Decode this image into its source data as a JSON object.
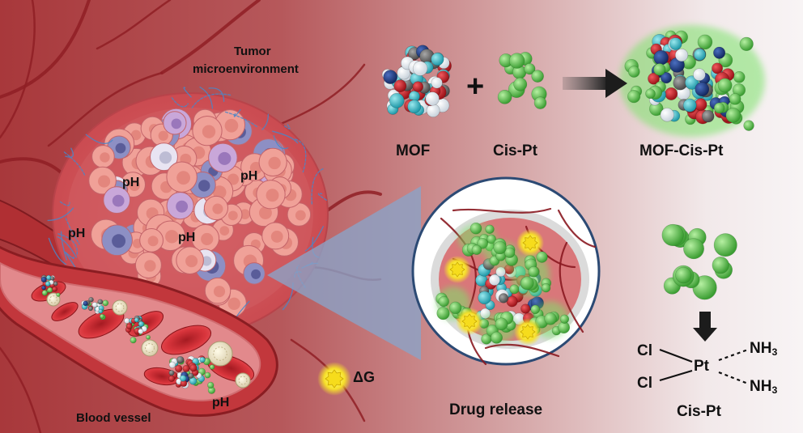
{
  "labels": {
    "tumor_line1": "Tumor",
    "tumor_line2": "microenvironment",
    "mof": "MOF",
    "cispt": "Cis-Pt",
    "mof_cispt": "MOF-Cis-Pt",
    "ph": "pH",
    "delta_g": "ΔG",
    "drug_release": "Drug release",
    "blood_vessel": "Blood vessel",
    "cis_pt_bottom": "Cis-Pt"
  },
  "chem": {
    "cl": "Cl",
    "pt": "Pt",
    "nh": "NH",
    "sub3": "3"
  },
  "plus_sign": "+",
  "colors": {
    "background_left": "#a8383b",
    "background_right": "#f8f4f5",
    "mof_teal": "#3fb8c4",
    "mof_red": "#c8202a",
    "mof_navy": "#1f3f8a",
    "mof_gray": "#6f6f6f",
    "drug_green": "#5cc24e",
    "vessel": "#b93437",
    "tumor_cell": "#e88f86",
    "collagen": "#4a86c8",
    "zoom_cone": "#8ba3c7"
  },
  "icons": [
    "arrow-right-icon",
    "arrow-down-icon",
    "sun-icon"
  ]
}
